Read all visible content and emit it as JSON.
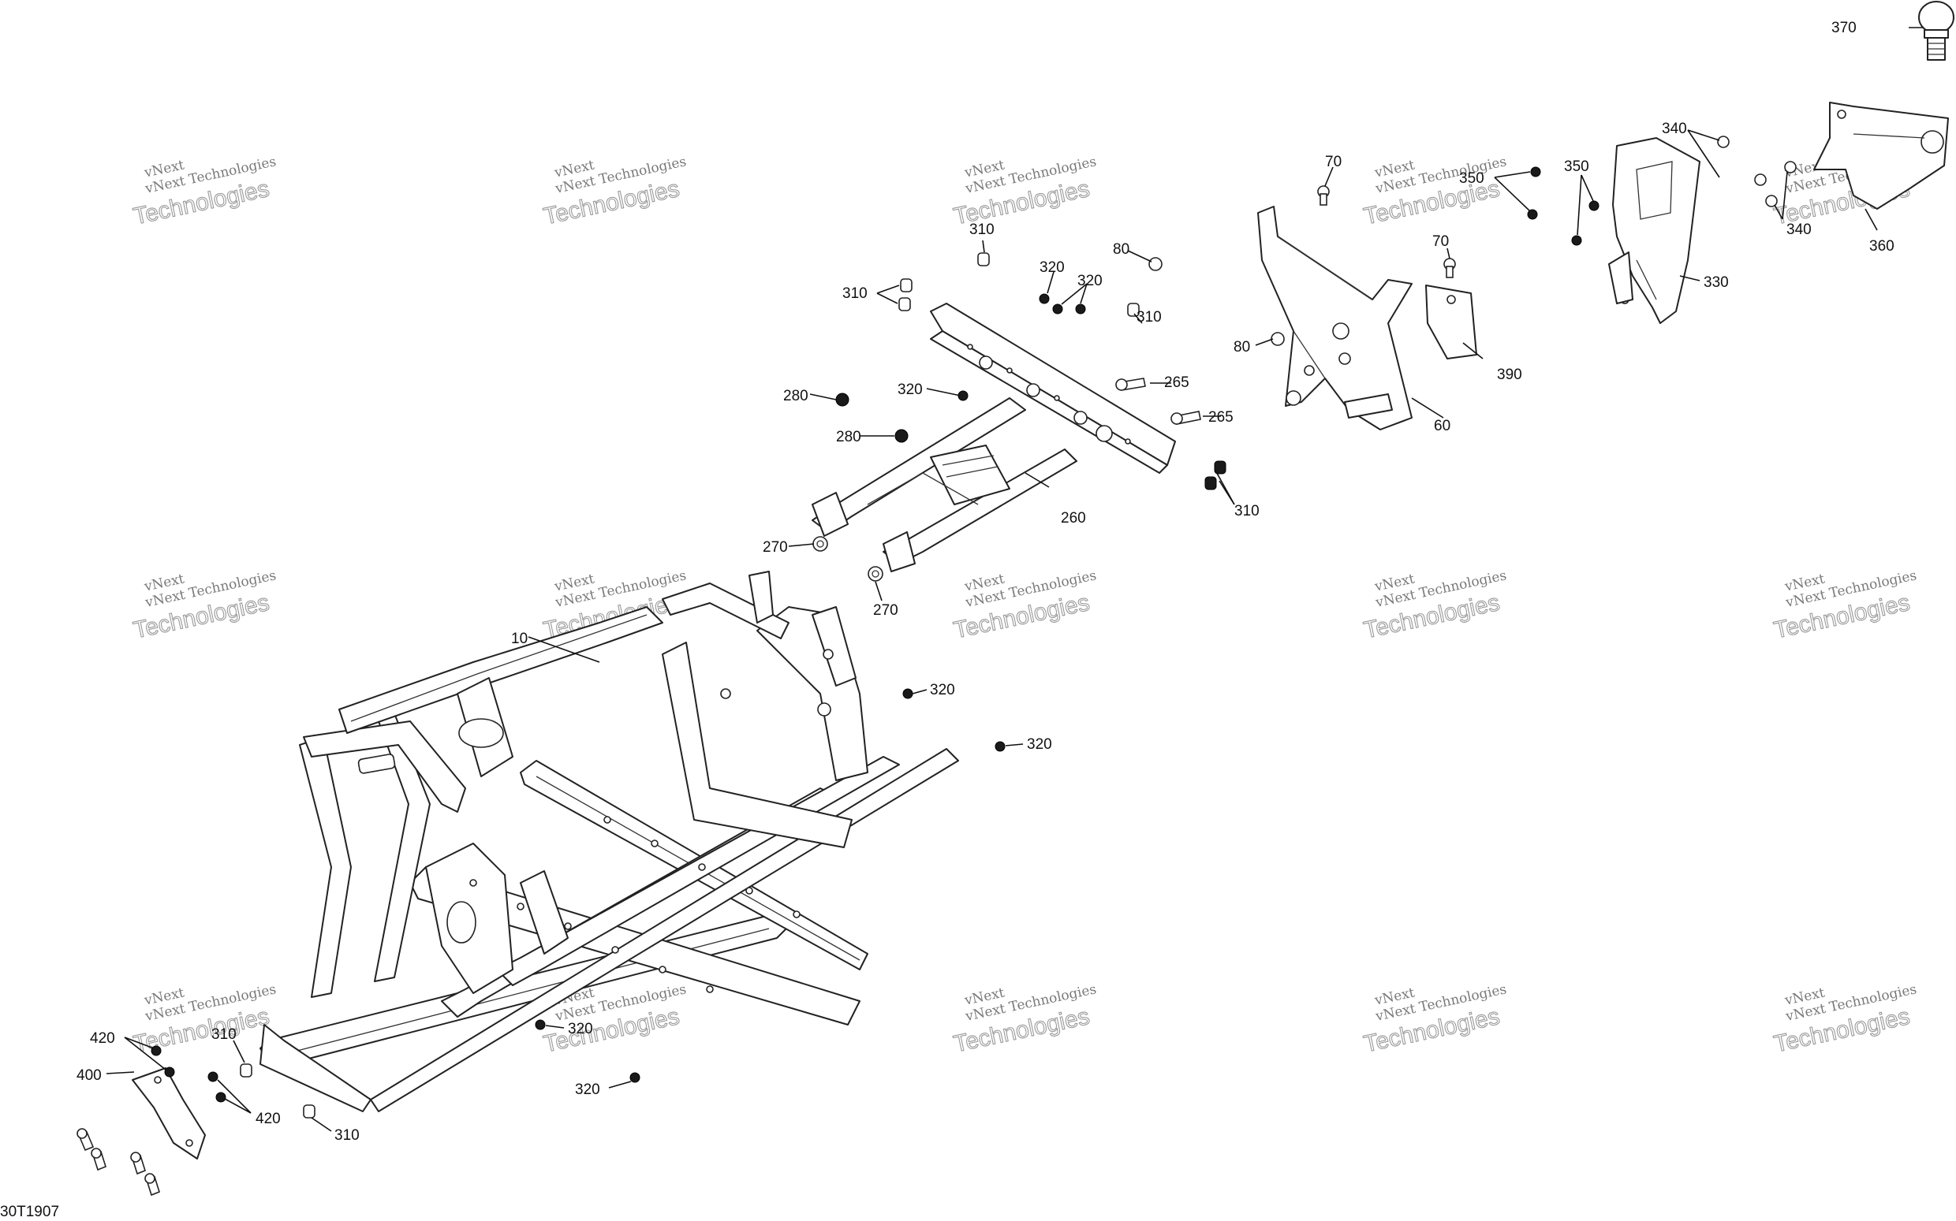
{
  "drawing": {
    "reference_code": "30T1907",
    "watermark": {
      "company": "vNext",
      "line1": "vNext Technologies",
      "line2": "Technologies"
    },
    "callouts": [
      {
        "id": "10",
        "text": "10"
      },
      {
        "id": "60",
        "text": "60"
      },
      {
        "id": "70a",
        "text": "70"
      },
      {
        "id": "70b",
        "text": "70"
      },
      {
        "id": "80a",
        "text": "80"
      },
      {
        "id": "80b",
        "text": "80"
      },
      {
        "id": "260",
        "text": "260"
      },
      {
        "id": "265a",
        "text": "265"
      },
      {
        "id": "265b",
        "text": "265"
      },
      {
        "id": "270a",
        "text": "270"
      },
      {
        "id": "270b",
        "text": "270"
      },
      {
        "id": "280a",
        "text": "280"
      },
      {
        "id": "280b",
        "text": "280"
      },
      {
        "id": "310a",
        "text": "310"
      },
      {
        "id": "310b",
        "text": "310"
      },
      {
        "id": "310c",
        "text": "310"
      },
      {
        "id": "310d",
        "text": "310"
      },
      {
        "id": "310e",
        "text": "310"
      },
      {
        "id": "310f",
        "text": "310"
      },
      {
        "id": "320a",
        "text": "320"
      },
      {
        "id": "320b",
        "text": "320"
      },
      {
        "id": "320c",
        "text": "320"
      },
      {
        "id": "320d",
        "text": "320"
      },
      {
        "id": "320e",
        "text": "320"
      },
      {
        "id": "320f",
        "text": "320"
      },
      {
        "id": "320g",
        "text": "320"
      },
      {
        "id": "330",
        "text": "330"
      },
      {
        "id": "340a",
        "text": "340"
      },
      {
        "id": "340b",
        "text": "340"
      },
      {
        "id": "350a",
        "text": "350"
      },
      {
        "id": "350b",
        "text": "350"
      },
      {
        "id": "360",
        "text": "360"
      },
      {
        "id": "370",
        "text": "370"
      },
      {
        "id": "390",
        "text": "390"
      },
      {
        "id": "400",
        "text": "400"
      },
      {
        "id": "420a",
        "text": "420"
      },
      {
        "id": "420b",
        "text": "420"
      }
    ]
  }
}
